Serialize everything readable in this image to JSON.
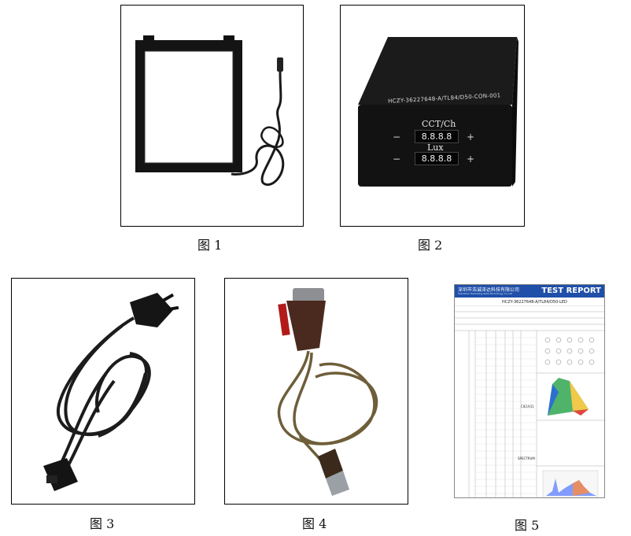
{
  "figures": [
    {
      "caption": "图 1"
    },
    {
      "caption": "图 2"
    },
    {
      "caption": "图 3"
    },
    {
      "caption": "图 4"
    },
    {
      "caption": "图 5"
    }
  ],
  "controller": {
    "model_label": "HCZY-36227648-A/TL84/D50-CON-001",
    "cct_label": "CCT/Ch",
    "lux_label": "Lux",
    "cct_display": "8.8.8.8",
    "lux_display": "8.8.8.8",
    "minus": "−",
    "plus": "+"
  },
  "report": {
    "company": "深圳市浩诚泽达科技有限公司",
    "company_en": "Shenzhen HaoCheng Zeda Technology Co.,Ltd",
    "title": "TEST REPORT",
    "product_model": "HCZY-36227648-A/TL84/D50-LED",
    "cie_label": "CIE1931",
    "spectrum_label": "SPECTRUM"
  },
  "colors": {
    "report_blue": "#1f4fa8",
    "usb_grey": "#9aa0a6"
  }
}
